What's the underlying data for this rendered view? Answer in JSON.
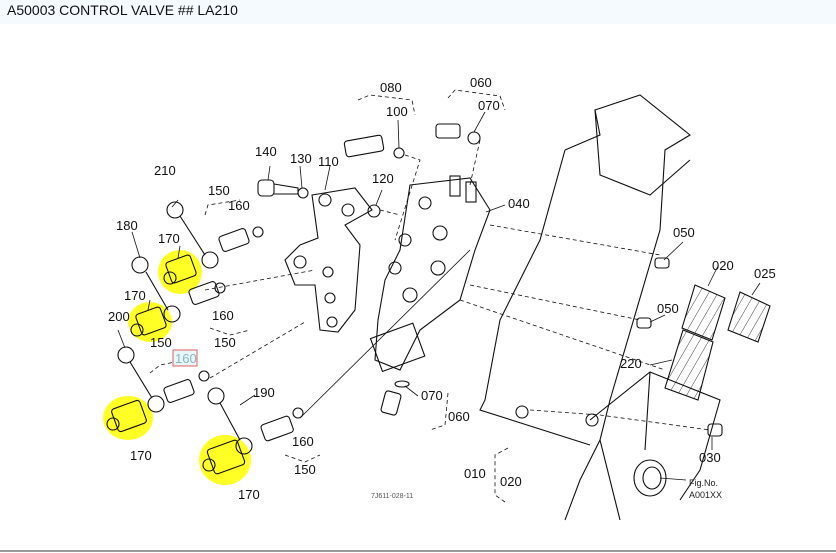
{
  "page": {
    "title": "A50003 CONTROL VALVE ## LA210"
  },
  "diagram": {
    "drawing_code": "7J611-028-11",
    "figure_label": "Fig.No.",
    "figure_number": "A001XX",
    "highlight_color": "#ffff00",
    "selected_label_border_color": "#e06060",
    "callouts": {
      "c010": "010",
      "c020_a": "020",
      "c020_b": "020",
      "c025": "025",
      "c030": "030",
      "c040": "040",
      "c050_a": "050",
      "c050_b": "050",
      "c060_a": "060",
      "c060_b": "060",
      "c070_a": "070",
      "c070_b": "070",
      "c080": "080",
      "c100": "100",
      "c110": "110",
      "c120": "120",
      "c130": "130",
      "c140": "140",
      "c150_a": "150",
      "c150_b": "150",
      "c150_c": "150",
      "c150_d": "150",
      "c160_a": "160",
      "c160_b": "160",
      "c160_sel": "160",
      "c160_c": "160",
      "c170_a": "170",
      "c170_b": "170",
      "c170_c": "170",
      "c170_d": "170",
      "c180": "180",
      "c190": "190",
      "c200": "200",
      "c210": "210",
      "c220": "220"
    }
  }
}
